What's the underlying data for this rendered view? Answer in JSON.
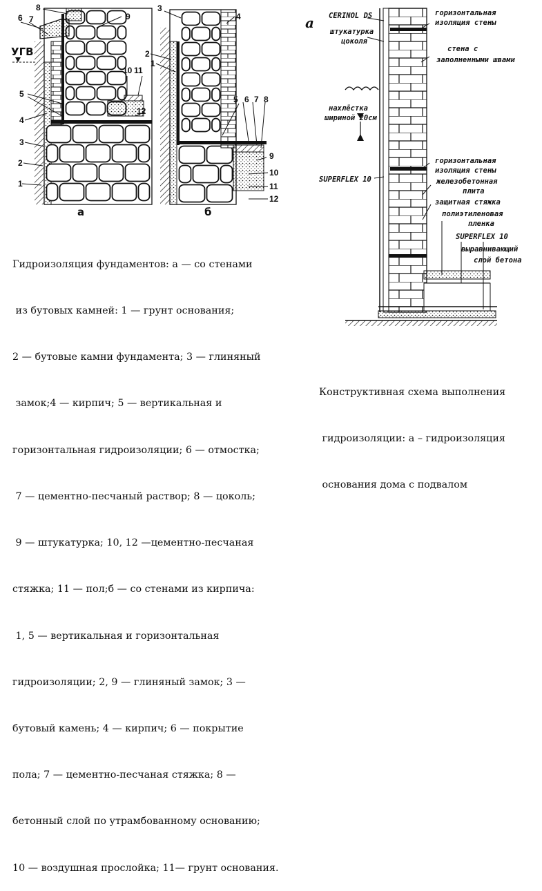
{
  "fig_left": {
    "sub_a": "а",
    "sub_b": "б",
    "ugv": "УГВ",
    "callouts_a": [
      "8",
      "6",
      "7",
      "9",
      "5",
      "10",
      "11",
      "12",
      "4",
      "3",
      "2",
      "1"
    ],
    "callouts_b": [
      "3",
      "4",
      "2",
      "1",
      "5",
      "6",
      "7",
      "8",
      "9",
      "10",
      "11",
      "12"
    ]
  },
  "fig_right": {
    "letter": "а",
    "labels": {
      "cerinol": "CERINOL DS",
      "shtukaturka_1": "штукатурка",
      "shtukaturka_2": "цоколя",
      "hor_izol_top_1": "горизонтальная",
      "hor_izol_top_2": "изоляция стены",
      "stena_1": "стена с",
      "stena_2": "заполненными швами",
      "nahlestka_1": "нахлёстка",
      "nahlestka_2": "шириной 20см",
      "superflex_left": "SUPERFLEX 10",
      "hor_izol_bot_1": "горизонтальная",
      "hor_izol_bot_2": "изоляция стены",
      "zhb_1": "железобетонная",
      "zhb_2": "плита",
      "zashch": "защитная стяжка",
      "poliet_1": "полиэтиленовая",
      "poliet_2": "пленка",
      "superflex_right": "SUPERFLEX 10",
      "vyravn_1": "выравнивающий",
      "vyravn_2": "слой бетона"
    }
  },
  "caption_left": [
    "Гидроизоляция фундаментов: а — со стенами",
    " из бутовых камней: 1 — грунт основания;",
    "2 — бутовые камни фундамента; 3 — глиняный",
    " замок;4 — кирпич; 5 — вертикальная и",
    "горизонтальная гидроизоляции; 6 — отмостка;",
    " 7 — цементно-песчаный раствор; 8 — цоколь;",
    " 9 — штукатурка; 10, 12 —цементно-песчаная",
    "стяжка; 11 — пол;б — со стенами из кирпича:",
    " 1, 5 — вертикальная и горизонтальная",
    "гидроизоляции; 2, 9 — глиняный замок; 3 —",
    "бутовый камень; 4 — кирпич; 6 — покрытие",
    "пола; 7 — цементно-песчаная стяжка; 8 —",
    "бетонный слой по утрамбованному основанию;",
    "10 — воздушная прослойка; 11— грунт основания."
  ],
  "caption_right": [
    "Конструктивная схема выполнения",
    " гидроизоляции: а – гидроизоляция",
    " основания дома с подвалом"
  ]
}
